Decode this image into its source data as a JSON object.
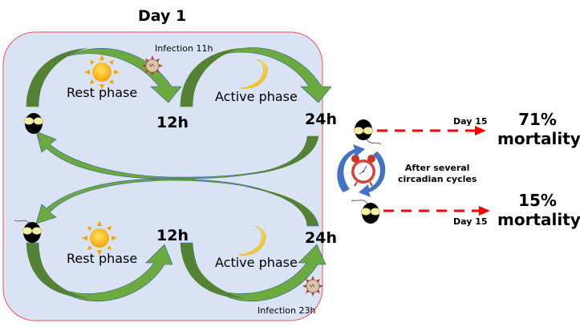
{
  "title": "Day 1",
  "colors": {
    "panel_fill": "#dae3f3",
    "panel_border": "#e8505b",
    "arrow_light": "#6aaa3e",
    "arrow_dark": "#548235",
    "arrow_outline": "#2f5597",
    "dashed_arrow": "#ff0000",
    "clock_arrows": "#4472c4",
    "clock_body": "#d9403a"
  },
  "top_cycle": {
    "rest_label": "Rest phase",
    "active_label": "Active phase",
    "hour_mid": "12h",
    "hour_end": "24h",
    "infection_label": "Infection 11h",
    "rest_icon": "sun-icon",
    "active_icon": "moon-icon",
    "infection_icon": "virus-icon"
  },
  "bottom_cycle": {
    "rest_label": "Rest phase",
    "active_label": "Active phase",
    "hour_mid": "12h",
    "hour_end": "24h",
    "infection_label": "Infection 23h",
    "rest_icon": "sun-icon",
    "active_icon": "moon-icon",
    "infection_icon": "virus-icon"
  },
  "outcomes": {
    "cycle_label_line1": "After several",
    "cycle_label_line2": "circadian cycles",
    "clock_icon": "alarm-clock-icon",
    "top": {
      "day_label": "Day 15",
      "percent": "71%",
      "word": "mortality"
    },
    "bottom": {
      "day_label": "Day 15",
      "percent": "15%",
      "word": "mortality"
    }
  }
}
